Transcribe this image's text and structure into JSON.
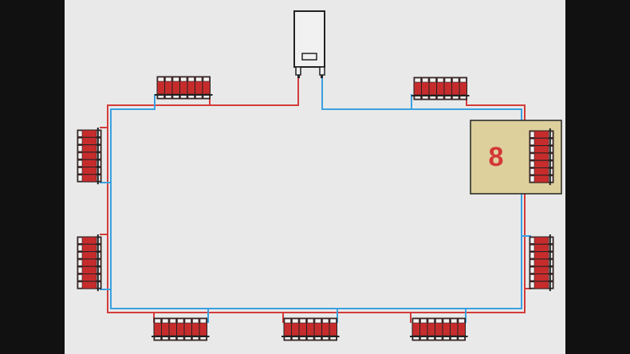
{
  "diagram": {
    "highlight_label": "8",
    "colors": {
      "background": "#e9e9e9",
      "side_bars": "#111111",
      "supply_pipe": "#d33b3b",
      "return_pipe": "#3aa0e0",
      "radiator_fill": "#c72c2c",
      "outline": "#222222",
      "highlight_box": "#ddd09c",
      "highlight_text": "#d43737"
    },
    "elements": {
      "boiler": "boiler",
      "radiators": [
        "radiator-top-left",
        "radiator-top-right",
        "radiator-left-upper",
        "radiator-left-lower",
        "radiator-right-upper",
        "radiator-right-lower",
        "radiator-bottom-left",
        "radiator-bottom-middle",
        "radiator-bottom-right"
      ]
    }
  }
}
